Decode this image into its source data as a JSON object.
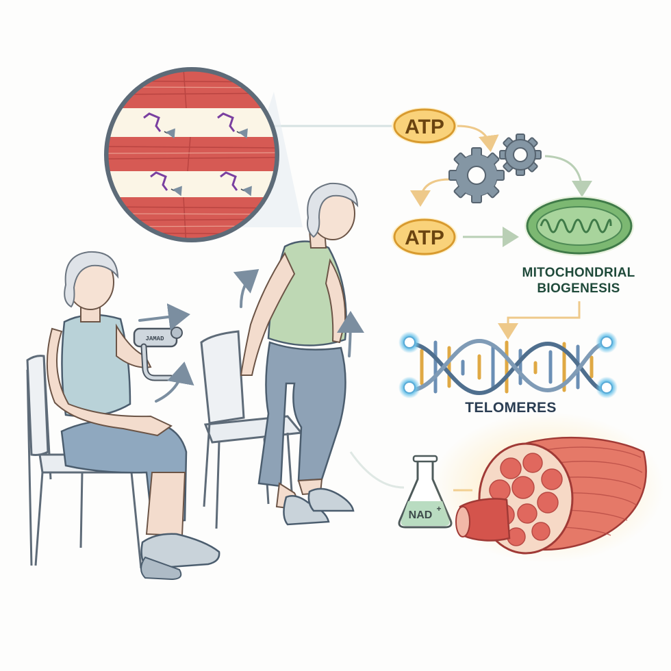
{
  "labels": {
    "atp_top": "ATP",
    "atp_mid": "ATP",
    "mito_line1": "MITOCHONDRIAL",
    "mito_line2": "BIOGENESIS",
    "telomeres": "TELOMERES",
    "nad": "NAD",
    "nad_sup": "+",
    "device": "JAMAD"
  },
  "icons": [
    "muscle-fiber-magnifier",
    "gear-icon",
    "mitochondrion",
    "dna-helix",
    "flask-icon",
    "muscle-cross-section",
    "handgrip-device"
  ],
  "colors": {
    "atp_fill": "#f9d27a",
    "mito_green": "#7cb872",
    "muscle_red": "#d85a52",
    "shirt_green": "#bcd8b0",
    "arrow_blue": "#7b8ea0",
    "connector": "#cfdccd"
  }
}
